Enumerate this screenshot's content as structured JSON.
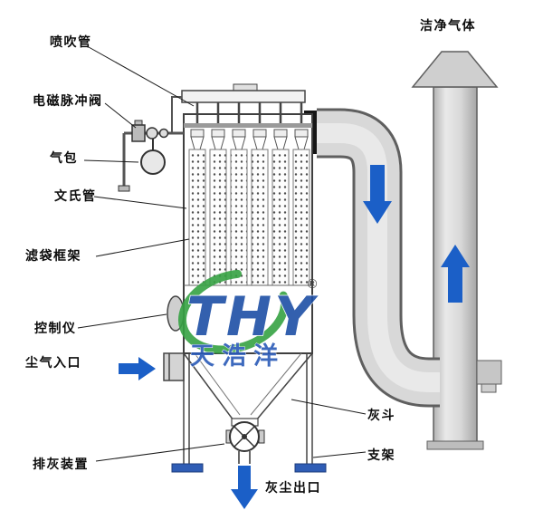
{
  "diagram": {
    "labels": {
      "blow_pipe": "喷吹管",
      "pulse_valve": "电磁脉冲阀",
      "air_reservoir": "气包",
      "venturi": "文氏管",
      "bag_cage": "滤袋框架",
      "controller": "控制仪",
      "dust_gas_inlet": "尘气入口",
      "ash_discharge": "排灰装置",
      "clean_gas": "洁净气体",
      "ash_hopper": "灰斗",
      "support": "支架",
      "dust_outlet": "灰尘出口"
    },
    "watermark": {
      "logo": "THY",
      "registered": "®",
      "company": "天浩洋"
    },
    "colors": {
      "arrow_blue": "#1b5fc7",
      "duct_gray": "#d8d8d8",
      "outline_gray": "#5f5f5f",
      "foot_blue": "#2f5db5",
      "logo_green": "#36a243",
      "logo_blue": "#1e4fa6"
    }
  }
}
